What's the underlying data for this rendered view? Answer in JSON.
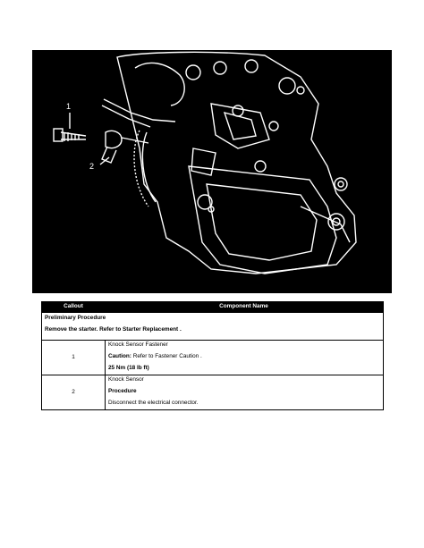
{
  "figure": {
    "callouts": [
      "1",
      "2"
    ]
  },
  "table": {
    "headers": {
      "callout": "Callout",
      "component": "Component Name"
    },
    "preliminary": {
      "title": "Preliminary Procedure",
      "step": "Remove the starter. Refer to Starter Replacement ."
    },
    "rows": [
      {
        "callout": "1",
        "name": "Knock Sensor Fastener",
        "caution_label": "Caution:",
        "caution_text": " Refer to Fastener Caution .",
        "torque": "25 Nm (18 lb ft)"
      },
      {
        "callout": "2",
        "name": "Knock Sensor",
        "procedure_label": "Procedure",
        "procedure_text": "Disconnect the electrical connector."
      }
    ]
  }
}
